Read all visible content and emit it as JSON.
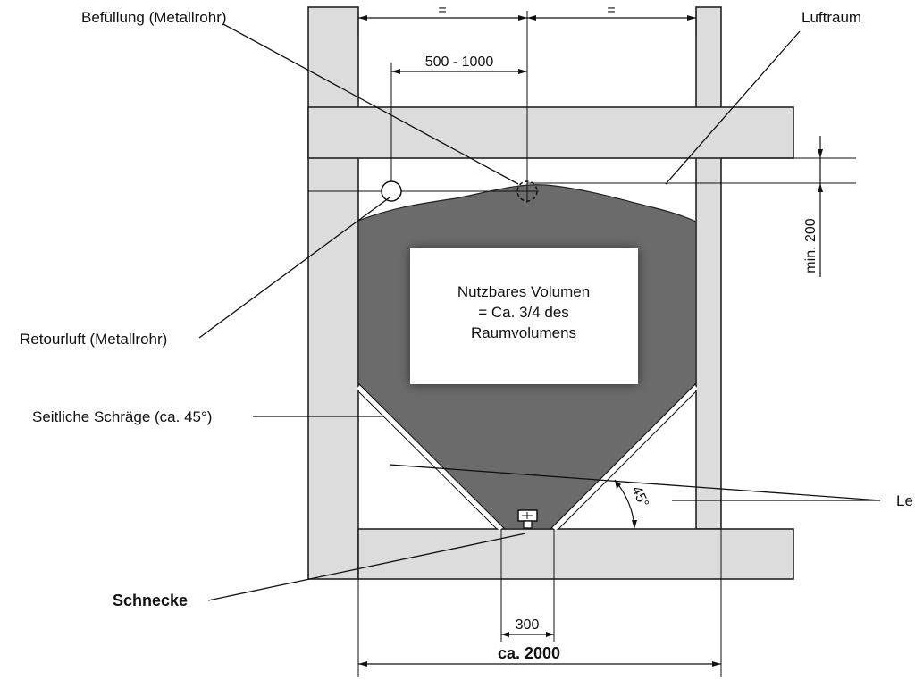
{
  "labels": {
    "befuellung": "Befüllung (Metallrohr)",
    "luftraum": "Luftraum",
    "retourluft": "Retourluft (Metallrohr)",
    "schraege": "Seitliche Schräge (ca. 45°)",
    "schnecke": "Schnecke",
    "le": "Le"
  },
  "volume_box": {
    "line1": "Nutzbares Volumen",
    "line2": "= Ca. 3/4 des",
    "line3": "Raumvolumens"
  },
  "dimensions": {
    "equal_left": "=",
    "equal_right": "=",
    "pipe_spacing": "500 - 1000",
    "min_gap": "min. 200",
    "angle": "45°",
    "auger_width": "300",
    "total_width": "ca. 2000"
  },
  "colors": {
    "wall_fill": "#dcdcdc",
    "volume_fill": "#6b6b6b",
    "box_fill": "#ffffff"
  }
}
